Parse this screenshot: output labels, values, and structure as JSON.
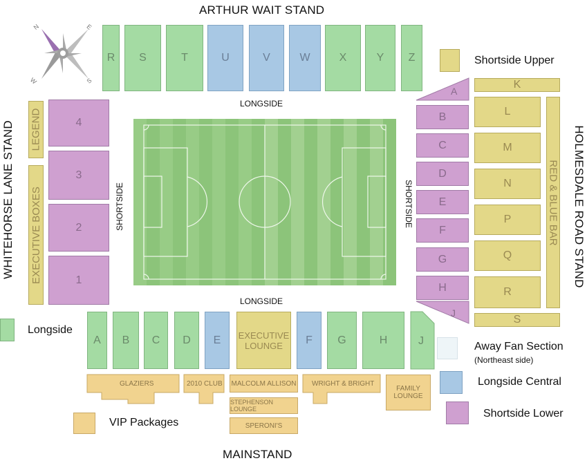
{
  "stands": {
    "north": "ARTHUR WAIT STAND",
    "west": "WHITEHORSE LANE STAND",
    "east": "HOLMESDALE ROAD STAND",
    "south": "MAINSTAND"
  },
  "side_labels": {
    "longside": "LONGSIDE",
    "shortside": "SHORTSIDE"
  },
  "compass": {
    "n": "N",
    "e": "E",
    "s": "S",
    "w": "W"
  },
  "north_blocks": [
    "R",
    "S",
    "T",
    "U",
    "V",
    "W",
    "X",
    "Y",
    "Z"
  ],
  "south_blocks": [
    "A",
    "B",
    "C",
    "D",
    "E",
    "F",
    "G",
    "H",
    "J"
  ],
  "executive_lounge": "EXECUTIVE LOUNGE",
  "west_blocks": [
    "4",
    "3",
    "2",
    "1"
  ],
  "west_strips": {
    "legend": "LEGEND",
    "executive_boxes": "EXECUTIVE BOXES"
  },
  "east_lower_blocks": [
    "A",
    "B",
    "C",
    "D",
    "E",
    "F",
    "G",
    "H",
    "J"
  ],
  "east_upper_blocks": [
    "K",
    "L",
    "M",
    "N",
    "P",
    "Q",
    "R",
    "S"
  ],
  "east_bar": "RED & BLUE BAR",
  "vip_areas": {
    "glaziers": "GLAZIERS",
    "club_2010": "2010 CLUB",
    "malcolm_allison": "MALCOLM ALLISON",
    "stephenson_lounge": "STEPHENSON LOUNGE",
    "speronis": "SPERONI'S",
    "wright_bright": "WRIGHT & BRIGHT",
    "family_lounge": "FAMILY LOUNGE"
  },
  "legend": {
    "shortside_upper": "Shortside Upper",
    "longside": "Longside",
    "away_fan_section": "Away Fan Section",
    "away_fan_note": "(Northeast side)",
    "longside_central": "Longside Central",
    "shortside_lower": "Shortside Lower",
    "vip_packages": "VIP Packages"
  },
  "colors": {
    "longside": "#a4dba3",
    "longside_central": "#a8c8e4",
    "shortside_lower": "#cfa0d0",
    "shortside_upper": "#e3d888",
    "vip_packages": "#f1d38f",
    "away_fan_section": "#eef5f8",
    "pitch_dark": "#8cc47a",
    "pitch_light": "#a2d090"
  }
}
